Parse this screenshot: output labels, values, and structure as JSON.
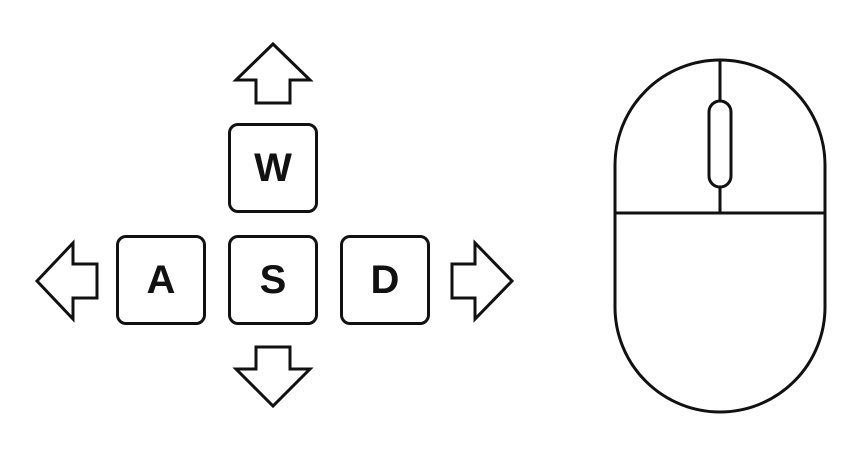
{
  "keys": {
    "up": "W",
    "left": "A",
    "down": "S",
    "right": "D"
  },
  "icons": {
    "up": "arrow-up-icon",
    "left": "arrow-left-icon",
    "down": "arrow-down-icon",
    "right": "arrow-right-icon",
    "mouse": "mouse-icon"
  },
  "colors": {
    "stroke": "#111111",
    "background": "#ffffff"
  }
}
